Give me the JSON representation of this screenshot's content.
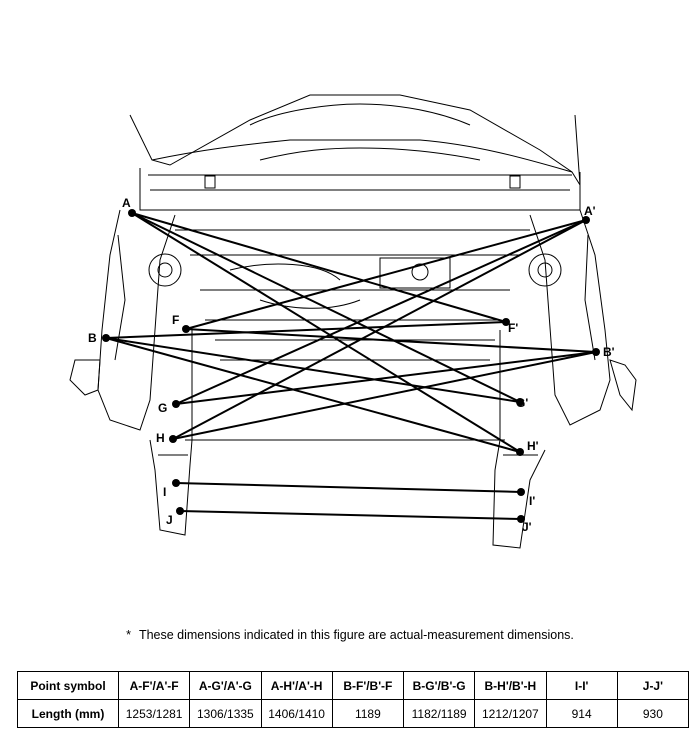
{
  "figure": {
    "point_labels": {
      "A": "A",
      "A_prime": "A'",
      "B": "B",
      "B_prime": "B'",
      "F": "F",
      "F_prime": "F'",
      "G": "G",
      "G_prime": "G'",
      "H": "H",
      "H_prime": "H'",
      "I": "I",
      "I_prime": "I'",
      "J": "J",
      "J_prime": "J'"
    }
  },
  "note": {
    "marker": "*",
    "text": "These dimensions indicated in this figure are actual-measurement dimensions."
  },
  "table": {
    "header_label": "Point symbol",
    "row_label": "Length (mm)",
    "columns": [
      "A-F'/A'-F",
      "A-G'/A'-G",
      "A-H'/A'-H",
      "B-F'/B'-F",
      "B-G'/B'-G",
      "B-H'/B'-H",
      "I-I'",
      "J-J'"
    ],
    "values": [
      "1253/1281",
      "1306/1335",
      "1406/1410",
      "1189",
      "1182/1189",
      "1212/1207",
      "914",
      "930"
    ]
  }
}
